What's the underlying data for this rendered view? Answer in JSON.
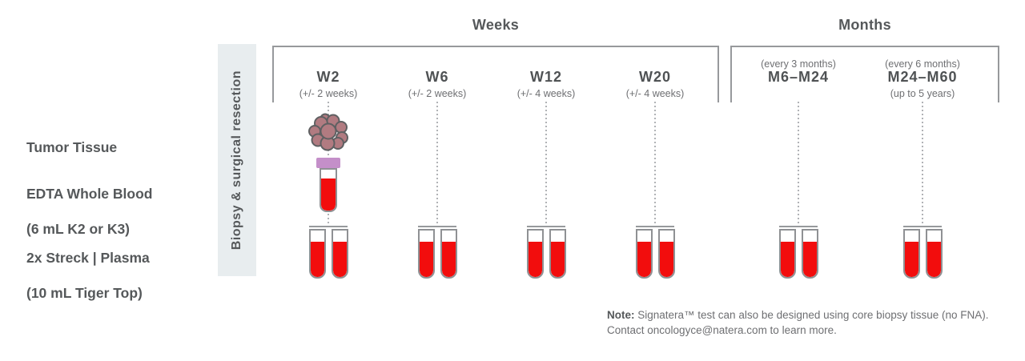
{
  "headers": {
    "weeks": "Weeks",
    "months": "Months"
  },
  "band": {
    "label": "Biopsy & surgical resection"
  },
  "row_labels": [
    {
      "line1": "Tumor Tissue",
      "line2": ""
    },
    {
      "line1": "EDTA Whole Blood",
      "line2": "(6 mL K2 or K3)"
    },
    {
      "line1": "2x Streck | Plasma",
      "line2": "(10 mL Tiger Top)"
    }
  ],
  "timepoints": [
    {
      "label": "W2",
      "note_above": "",
      "note_below": "(+/- 2 weeks)",
      "samples": [
        "tumor-tissue-icon",
        "edta-tube-icon",
        "streck-tube-pair"
      ]
    },
    {
      "label": "W6",
      "note_above": "",
      "note_below": "(+/- 2 weeks)",
      "samples": [
        "streck-tube-pair"
      ]
    },
    {
      "label": "W12",
      "note_above": "",
      "note_below": "(+/- 4 weeks)",
      "samples": [
        "streck-tube-pair"
      ]
    },
    {
      "label": "W20",
      "note_above": "",
      "note_below": "(+/- 4 weeks)",
      "samples": [
        "streck-tube-pair"
      ]
    },
    {
      "label": "M6–M24",
      "note_above": "(every 3 months)",
      "note_below": "",
      "samples": [
        "streck-tube-pair"
      ]
    },
    {
      "label": "M24–M60",
      "note_above": "(every 6 months)",
      "note_below": "(up to 5 years)",
      "samples": [
        "streck-tube-pair"
      ]
    }
  ],
  "note": {
    "prefix": "Note:",
    "line1_rest": " Signatera™ test can also be designed using core biopsy tissue (no FNA).",
    "line2": "Contact oncologyce@natera.com to learn more."
  },
  "colors": {
    "blood_red": "#f20d0d",
    "tube_outline": "#8f9194",
    "cap_purple": "#c48fc9",
    "tumor_fill": "#b17b81",
    "band_bg": "#e8edef",
    "line_gray": "#97999c",
    "text_dark": "#55585a",
    "text_secondary": "#6e6f72"
  }
}
